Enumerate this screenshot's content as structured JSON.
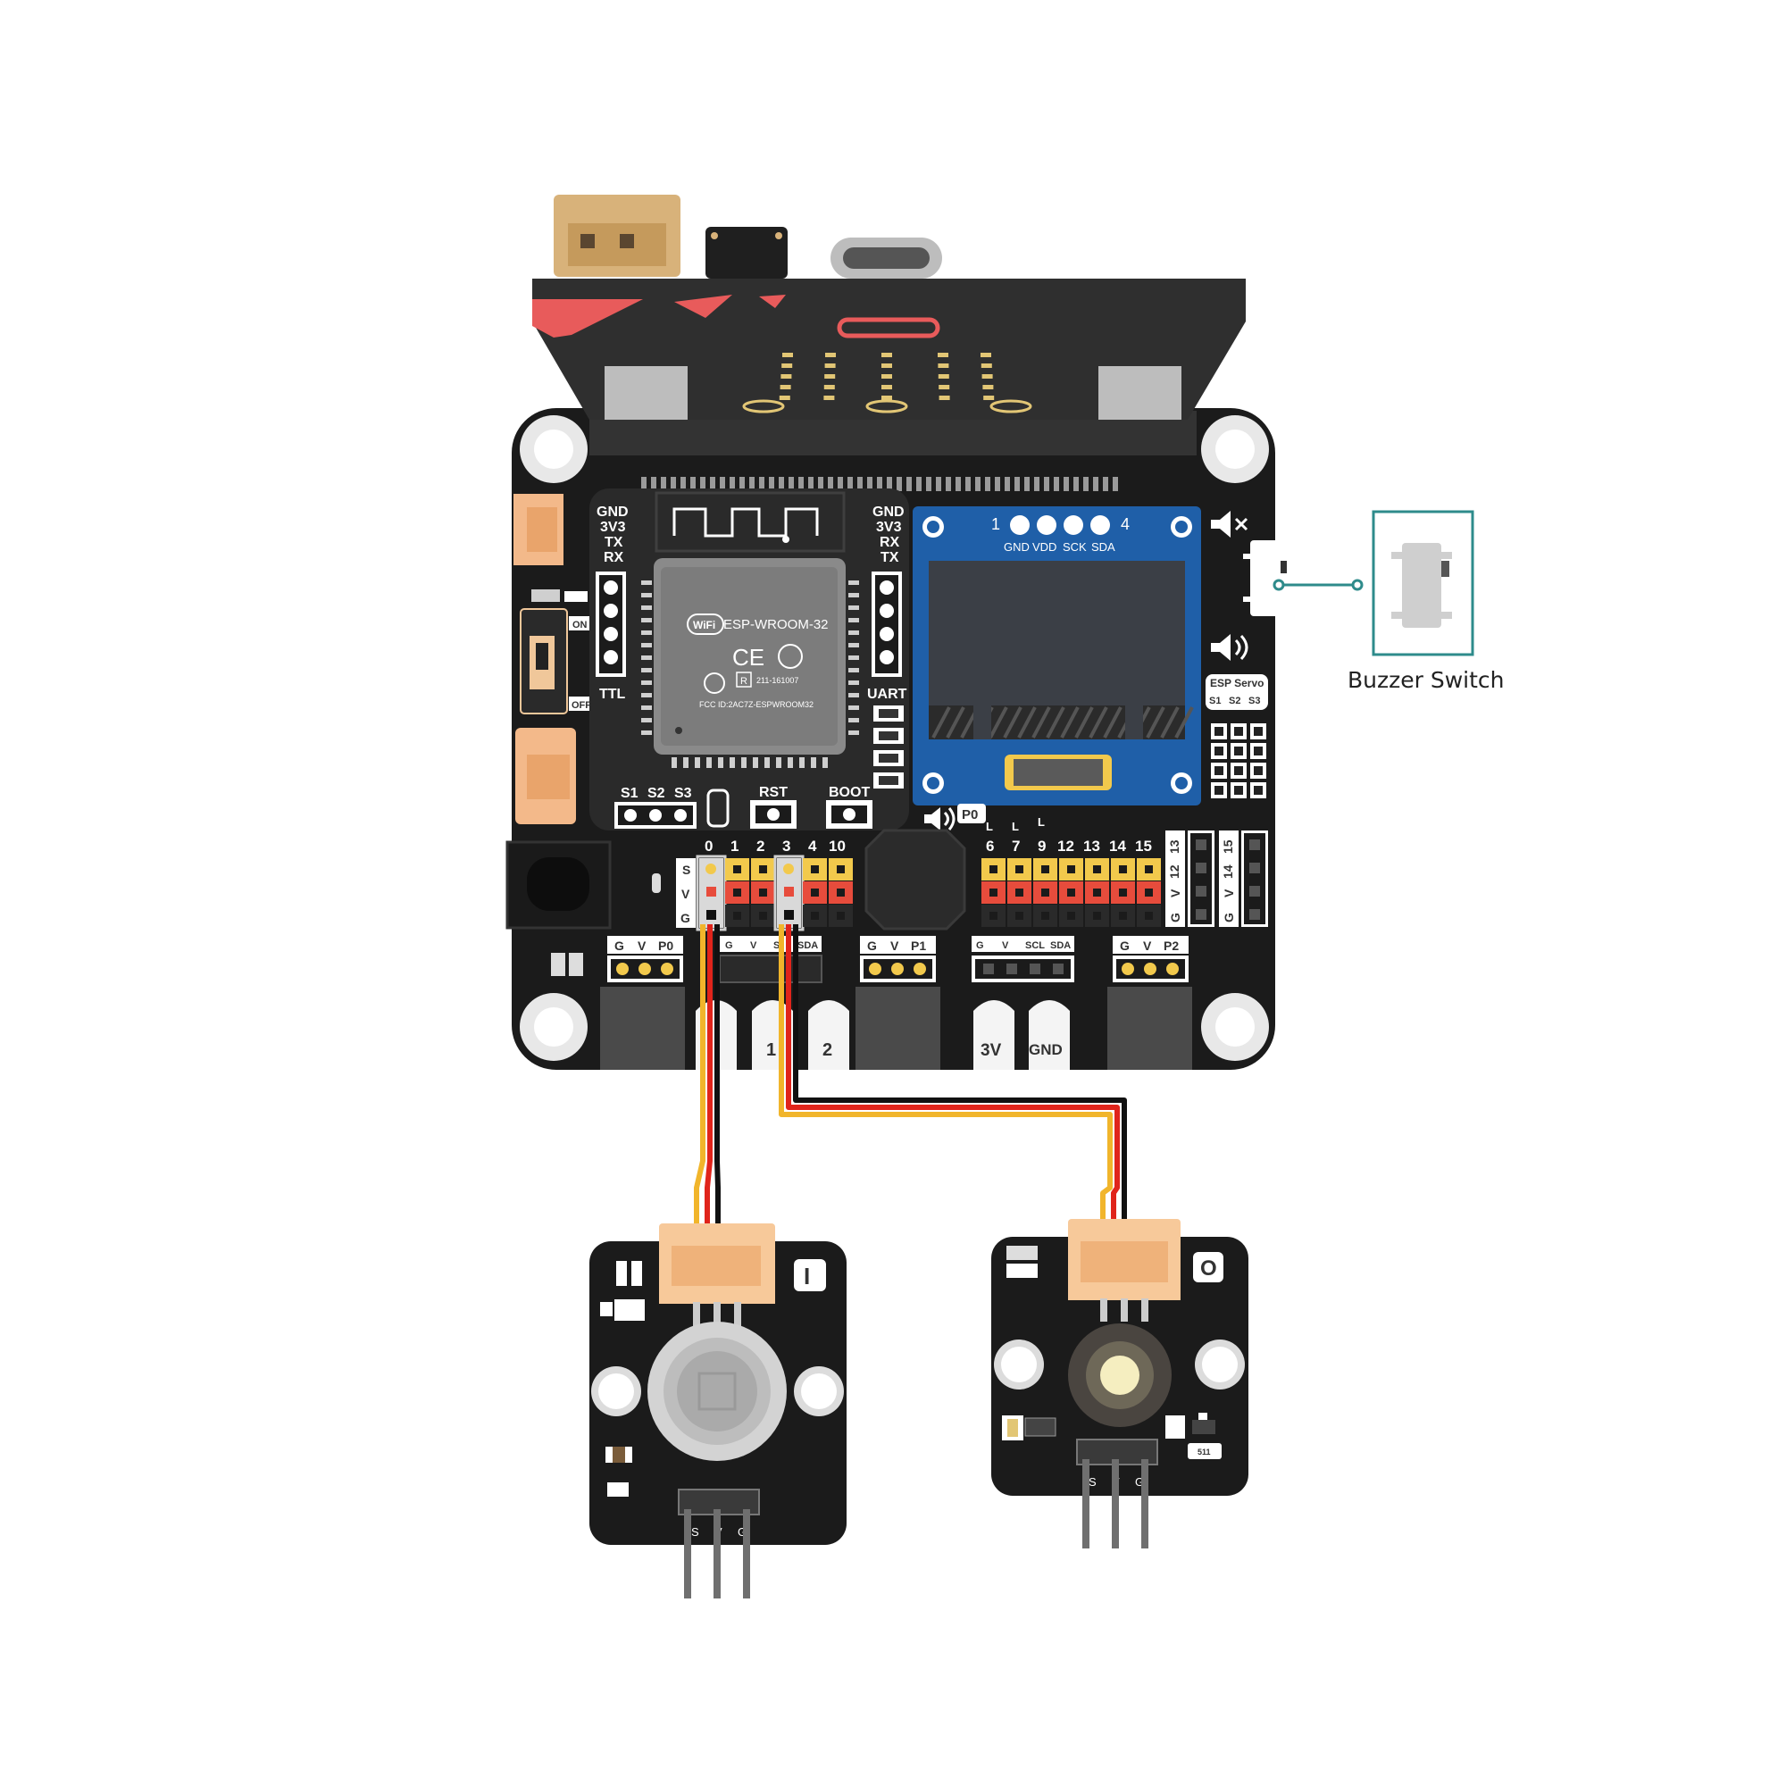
{
  "colors": {
    "pcb": "#1b1b1b",
    "pcb_edge": "#0d0d0d",
    "microbit": "#3a3a3a",
    "microbit_accent": "#e85b5b",
    "header_yellow": "#f2c94c",
    "header_red": "#e74c3c",
    "header_black": "#2a2a2a",
    "oled_blue": "#1f5fa8",
    "oled_screen": "#3b3f46",
    "wire_yellow": "#f1b52b",
    "wire_red": "#e0241b",
    "wire_black": "#111111",
    "connector": "#f7c99a",
    "switch_frame": "#2e8b8b"
  },
  "icons": {
    "wifi": "wifi-icon",
    "ce": "ce-mark-icon",
    "speaker": "speaker-icon",
    "mute": "speaker-mute-icon",
    "buzzer_switch": "slide-switch-icon"
  },
  "board": {
    "ttl_left": {
      "pins": [
        "GND",
        "3V3",
        "TX",
        "RX"
      ],
      "label": "TTL"
    },
    "uart_right": {
      "pins": [
        "GND",
        "3V3",
        "RX",
        "TX"
      ],
      "label": "UART"
    },
    "power_switch": {
      "on": "ON",
      "off": "OFF"
    },
    "esp_module": {
      "brand": "WiFi",
      "name": "ESP-WROOM-32",
      "ce": "CE",
      "r_mark": "R",
      "r_code": "211-161007",
      "fcc": "FCC ID:2AC7Z-ESPWROOM32"
    },
    "servo_left": [
      "S1",
      "S2",
      "S3"
    ],
    "buttons": {
      "rst": "RST",
      "boot": "BOOT"
    },
    "oled": {
      "pin_start": "1",
      "pin_end": "4",
      "pins": [
        "GND",
        "VDD",
        "SCK",
        "SDA"
      ]
    },
    "esp_servo": {
      "title": "ESP Servo",
      "pins": [
        "S1",
        "S2",
        "S3"
      ]
    },
    "p0_badge": "P0",
    "gpio_left_numbers": [
      "0",
      "1",
      "2",
      "3",
      "4",
      "10"
    ],
    "gvs_left": [
      "S",
      "V",
      "G"
    ],
    "gpio_right_numbers": [
      "6",
      "7",
      "9",
      "12",
      "13",
      "14",
      "15"
    ],
    "gpio_right_marks": [
      "L",
      "L",
      "L"
    ],
    "right_side_a": [
      "13",
      "12",
      "V",
      "G"
    ],
    "right_side_b": [
      "15",
      "14",
      "V",
      "G"
    ],
    "bottom_ports": [
      [
        "G",
        "V",
        "P0"
      ],
      [
        "G",
        "V",
        "S",
        "SDA"
      ],
      [
        "G",
        "V",
        "P1"
      ],
      [
        "G",
        "V",
        "SCL",
        "SDA"
      ],
      [
        "G",
        "V",
        "P2"
      ]
    ],
    "edge_tabs": [
      "1",
      "2",
      "3V",
      "GND"
    ]
  },
  "modules": {
    "pir": {
      "badge": "I",
      "pins": [
        "S",
        "V",
        "G"
      ]
    },
    "led": {
      "badge": "O",
      "pins": [
        "S",
        "V",
        "G"
      ],
      "resistor": "511"
    }
  },
  "buzzer_switch": {
    "label": "Buzzer Switch"
  }
}
